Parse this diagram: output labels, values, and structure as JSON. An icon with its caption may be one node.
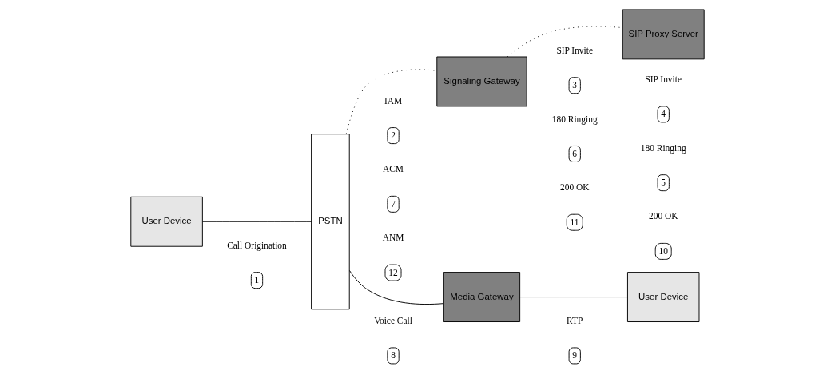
{
  "diagram": {
    "nodes": [
      {
        "text": [
          "User Device"
        ]
      },
      {
        "text": [
          "PSTN"
        ]
      },
      {
        "text": [
          "Signaling Gateway"
        ]
      },
      {
        "text": [
          "SIP Proxy Server"
        ]
      },
      {
        "text": [
          "Media Gateway"
        ]
      },
      {
        "text": [
          "User Device"
        ]
      }
    ],
    "edges": [
      {
        "from": 0,
        "to": 1,
        "arrow": "none"
      },
      {
        "from": 1,
        "to": 2,
        "arrow": "none",
        "style": "dashed"
      },
      {
        "from": 2,
        "to": 3,
        "arrow": "none",
        "style": "dashed"
      },
      {
        "from": 1,
        "to": 4,
        "arrow": "none"
      },
      {
        "from": 4,
        "to": 5,
        "arrow": "none"
      }
    ],
    "labels": [
      "IAM",
      "2",
      "SIP Invite",
      "3",
      "180 Ringing",
      "6",
      "ACM",
      "7",
      "200 OK",
      "11",
      "ANM",
      "12",
      "Call Origination",
      "1",
      "SIP Invite",
      "4",
      "180 Ringing",
      "5",
      "200 OK",
      "10",
      "Voice Call",
      "8",
      "RTP",
      "9"
    ]
  }
}
